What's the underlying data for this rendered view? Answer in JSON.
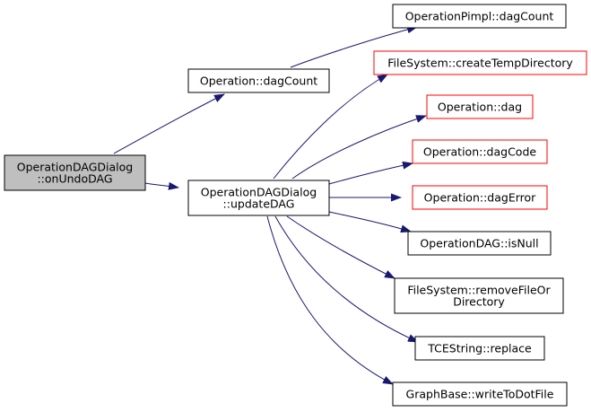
{
  "colors": {
    "edge": "#191970",
    "border_normal": "#000000",
    "border_external": "#ff0000",
    "fill_normal": "#ffffff",
    "fill_focus": "#bfbfbf"
  },
  "nodes": {
    "onUndoDAG": {
      "lines": [
        "OperationDAGDialog",
        "::onUndoDAG"
      ],
      "style": "focus"
    },
    "dagCount": {
      "lines": [
        "Operation::dagCount"
      ],
      "style": "normal"
    },
    "updateDAG": {
      "lines": [
        "OperationDAGDialog",
        "::updateDAG"
      ],
      "style": "normal"
    },
    "pimplDagCount": {
      "lines": [
        "OperationPimpl::dagCount"
      ],
      "style": "normal"
    },
    "createTempDirectory": {
      "lines": [
        "FileSystem::createTempDirectory"
      ],
      "style": "external"
    },
    "dag": {
      "lines": [
        "Operation::dag"
      ],
      "style": "external"
    },
    "dagCode": {
      "lines": [
        "Operation::dagCode"
      ],
      "style": "external"
    },
    "dagError": {
      "lines": [
        "Operation::dagError"
      ],
      "style": "external"
    },
    "isNull": {
      "lines": [
        "OperationDAG::isNull"
      ],
      "style": "normal"
    },
    "removeFileOrDirectory": {
      "lines": [
        "FileSystem::removeFileOr",
        "Directory"
      ],
      "style": "normal"
    },
    "replace": {
      "lines": [
        "TCEString::replace"
      ],
      "style": "normal"
    },
    "writeToDotFile": {
      "lines": [
        "GraphBase::writeToDotFile"
      ],
      "style": "normal"
    }
  },
  "edges": [
    {
      "from": "onUndoDAG",
      "to": "dagCount"
    },
    {
      "from": "onUndoDAG",
      "to": "updateDAG"
    },
    {
      "from": "dagCount",
      "to": "pimplDagCount"
    },
    {
      "from": "updateDAG",
      "to": "createTempDirectory"
    },
    {
      "from": "updateDAG",
      "to": "dag"
    },
    {
      "from": "updateDAG",
      "to": "dagCode"
    },
    {
      "from": "updateDAG",
      "to": "dagError"
    },
    {
      "from": "updateDAG",
      "to": "isNull"
    },
    {
      "from": "updateDAG",
      "to": "removeFileOrDirectory"
    },
    {
      "from": "updateDAG",
      "to": "replace"
    },
    {
      "from": "updateDAG",
      "to": "writeToDotFile"
    }
  ]
}
